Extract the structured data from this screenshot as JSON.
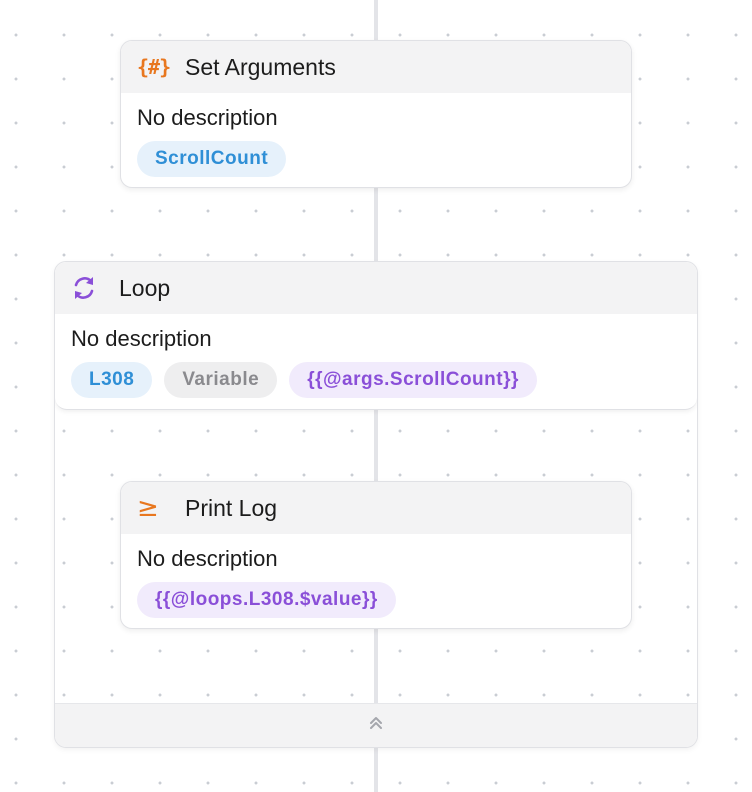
{
  "nodes": {
    "set_arguments": {
      "icon": "hash-braces-icon",
      "icon_text": "{#}",
      "title": "Set Arguments",
      "description": "No description",
      "chips": [
        "ScrollCount"
      ]
    },
    "loop": {
      "icon": "loop-refresh-icon",
      "title": "Loop",
      "description": "No description",
      "chips": [
        "L308",
        "Variable",
        "{{@args.ScrollCount}}"
      ],
      "collapse_icon": "chevron-double-up-icon"
    },
    "print_log": {
      "icon": "terminal-prompt-icon",
      "icon_text": "≥",
      "title": "Print Log",
      "description": "No description",
      "chips": [
        "{{@loops.L308.$value}}"
      ]
    }
  },
  "colors": {
    "accent_orange": "#e8771f",
    "accent_purple": "#8a4fd8",
    "chip_blue_text": "#2f8fd6",
    "chip_blue_bg": "#e6f1fb",
    "chip_gray_text": "#8a8a8e",
    "chip_purple_bg": "#f1ebfc",
    "header_bg": "#f3f3f4",
    "connector": "#e3e4e8"
  }
}
